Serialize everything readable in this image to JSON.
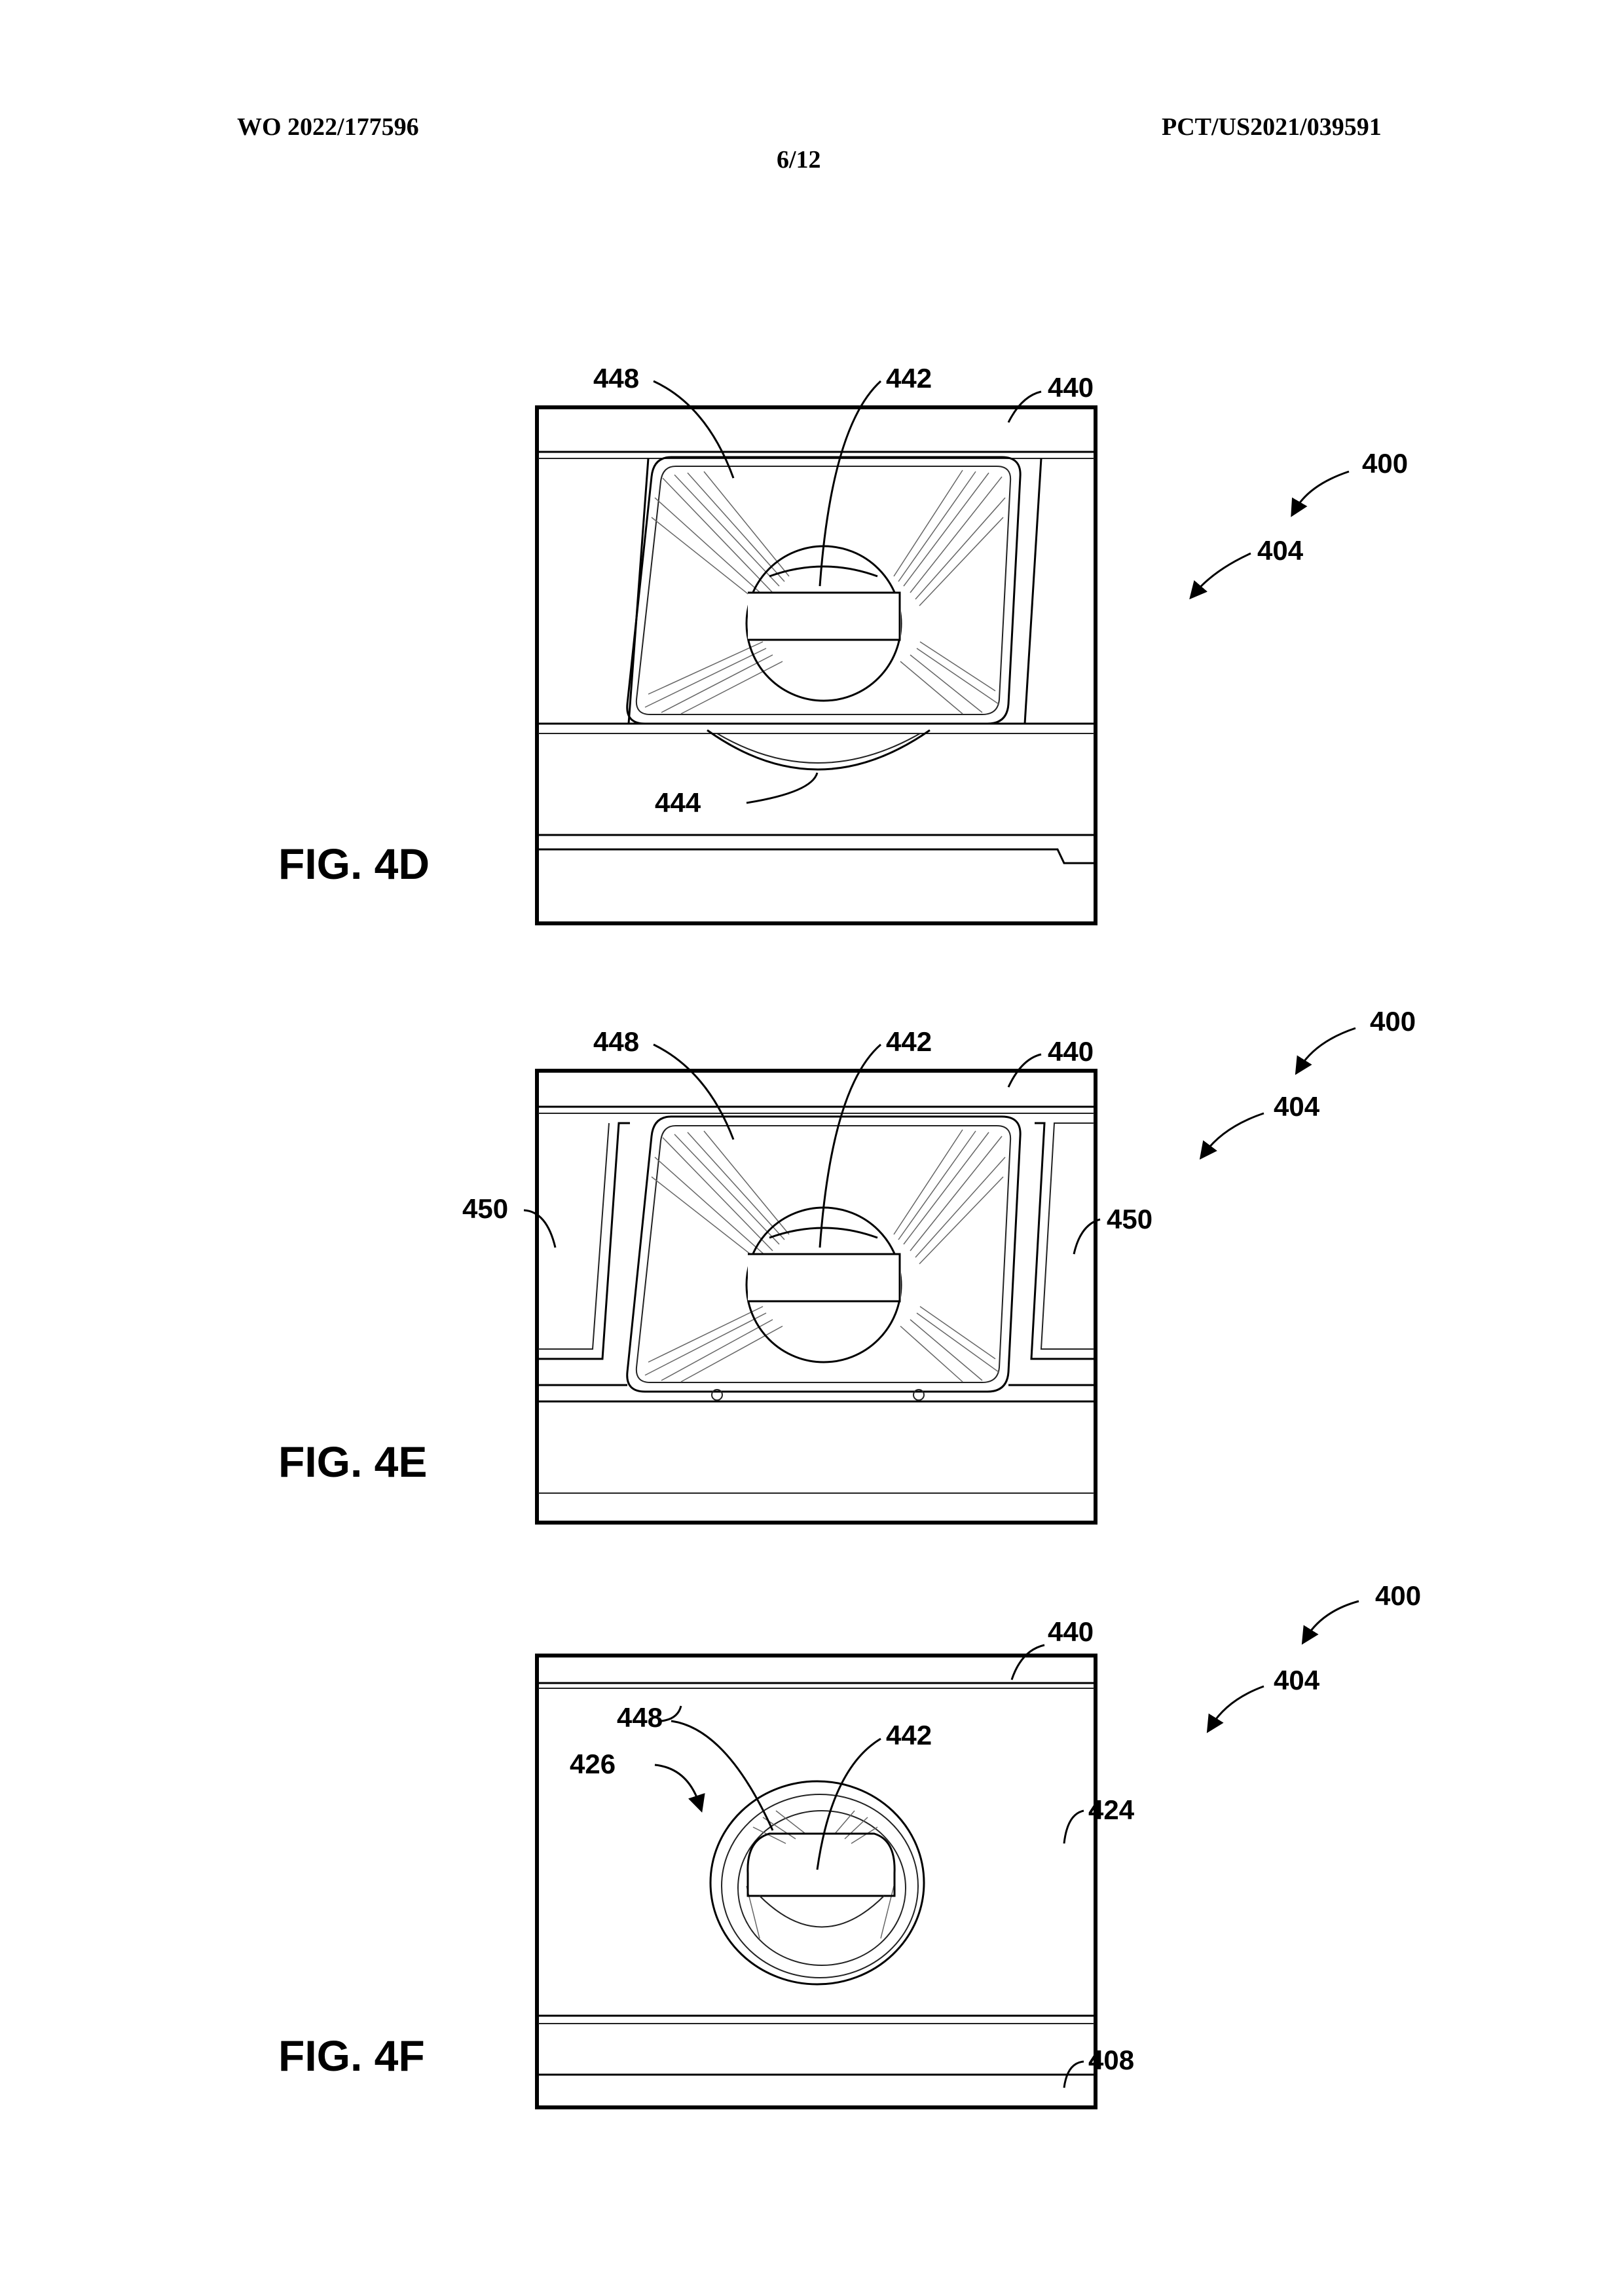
{
  "header": {
    "publication_number": "WO 2022/177596",
    "application_number": "PCT/US2021/039591",
    "sheet": "6/12"
  },
  "figures": [
    {
      "id": "fig-4d",
      "caption": "FIG. 4D",
      "labels": {
        "l448": "448",
        "l442": "442",
        "l440": "440",
        "l400": "400",
        "l404": "404",
        "l444": "444"
      }
    },
    {
      "id": "fig-4e",
      "caption": "FIG. 4E",
      "labels": {
        "l448": "448",
        "l442": "442",
        "l440": "440",
        "l400": "400",
        "l404": "404",
        "l450a": "450",
        "l450b": "450"
      }
    },
    {
      "id": "fig-4f",
      "caption": "FIG. 4F",
      "labels": {
        "l440": "440",
        "l400": "400",
        "l404": "404",
        "l448": "448",
        "l442": "442",
        "l426": "426",
        "l424": "424",
        "l408": "408"
      }
    }
  ]
}
